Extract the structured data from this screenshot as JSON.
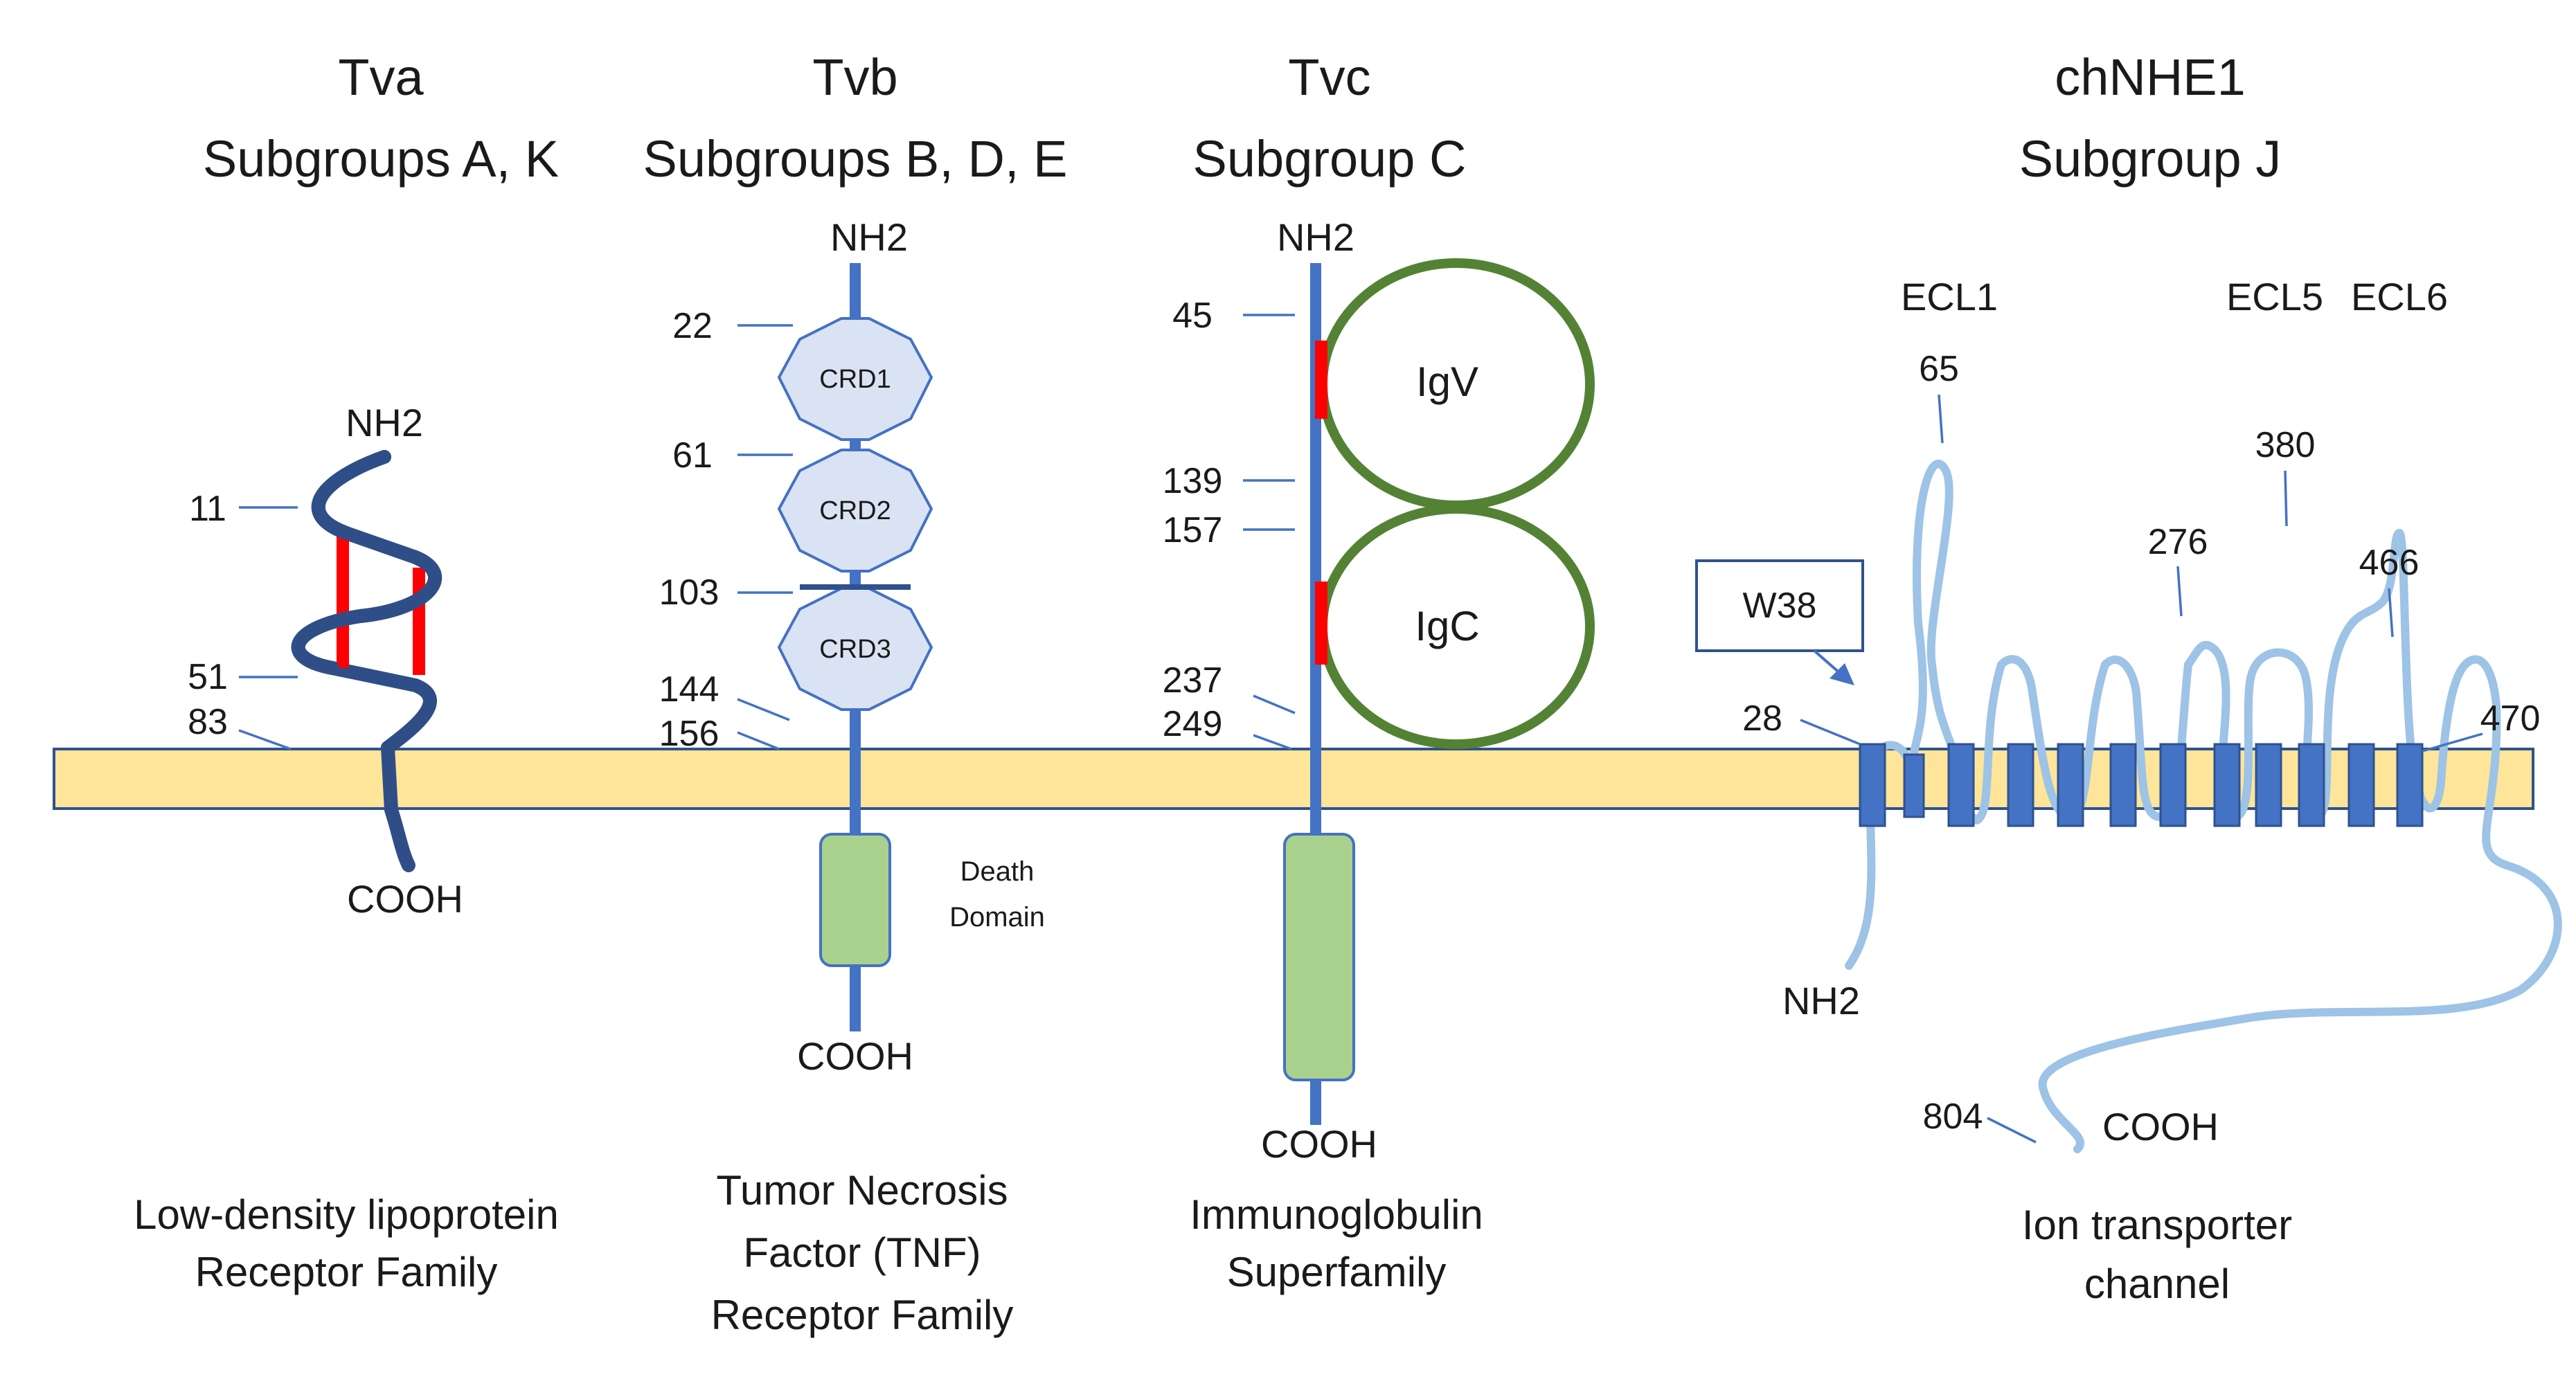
{
  "colors": {
    "membrane_fill": "#fee599",
    "membrane_stroke": "#2f528f",
    "strand_dark": "#2f4e87",
    "strand_medium": "#4472c4",
    "strand_light": "#9dc3e6",
    "disulfide": "#ff0000",
    "crd_fill": "#dae3f3",
    "ig_ring": "#548235",
    "death_domain_fill": "#a9d18e",
    "tm_segment_fill": "#4472c4"
  },
  "receptors": [
    {
      "name": "Tva",
      "subgroups": "Subgroups A, K",
      "n_term": "NH2",
      "c_term": "COOH",
      "residues": [
        "11",
        "51",
        "83"
      ],
      "family_lines": [
        "Low-density lipoprotein",
        "Receptor Family"
      ]
    },
    {
      "name": "Tvb",
      "subgroups": "Subgroups B, D, E",
      "n_term": "NH2",
      "c_term": "COOH",
      "residues": [
        "22",
        "61",
        "103",
        "144",
        "156"
      ],
      "domains": [
        "CRD1",
        "CRD2",
        "CRD3"
      ],
      "death_domain": [
        "Death",
        "Domain"
      ],
      "family_lines": [
        "Tumor Necrosis",
        "Factor (TNF)",
        "Receptor Family"
      ]
    },
    {
      "name": "Tvc",
      "subgroups": "Subgroup C",
      "n_term": "NH2",
      "c_term": "COOH",
      "residues": [
        "45",
        "139",
        "157",
        "237",
        "249"
      ],
      "domains": [
        "IgV",
        "IgC"
      ],
      "family_lines": [
        "Immunoglobulin",
        "Superfamily"
      ]
    },
    {
      "name": "chNHE1",
      "subgroups": "Subgroup J",
      "n_term": "NH2",
      "c_term": "COOH",
      "loops": [
        "ECL1",
        "ECL5",
        "ECL6"
      ],
      "residues": [
        "65",
        "380",
        "276",
        "466",
        "28",
        "470",
        "804"
      ],
      "callout": "W38",
      "family_lines": [
        "Ion transporter",
        "channel"
      ]
    }
  ]
}
